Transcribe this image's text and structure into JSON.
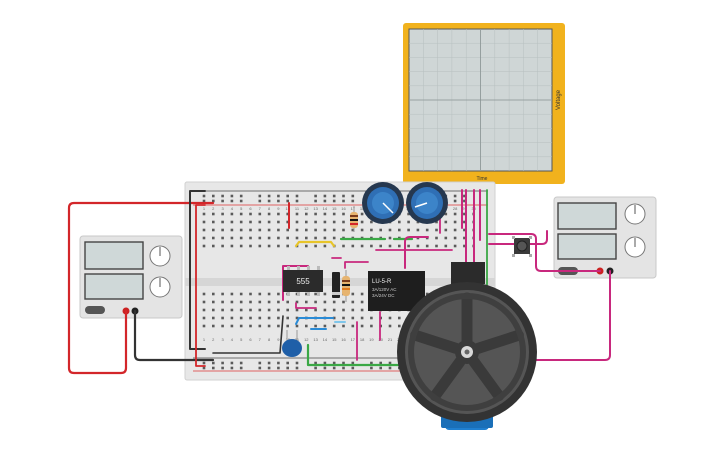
{
  "scope": {
    "y_axis_label": "Voltage",
    "x_axis_label": "Time"
  },
  "timer_chip": {
    "label": "555"
  },
  "relay": {
    "model": "LU-5-R",
    "rating_ac": "3A/120V AC",
    "rating_dc": "3A/24V DC"
  },
  "breadboard": {
    "column_numbers": [
      "1",
      "2",
      "3",
      "4",
      "5",
      "6",
      "7",
      "8",
      "9",
      "10",
      "11",
      "12",
      "13",
      "14",
      "15",
      "16",
      "17",
      "18",
      "19",
      "20",
      "21",
      "22",
      "23",
      "24",
      "25",
      "26",
      "27",
      "28",
      "29",
      "30"
    ]
  },
  "colors": {
    "wire_red": "#d3262a",
    "wire_black": "#333333",
    "wire_magenta": "#c8287d",
    "wire_green": "#3aa845",
    "wire_yellow": "#e8c52a",
    "wire_blue": "#2a8bd6",
    "scope_frame": "#f1b21d",
    "servo_blue": "#1f7fd0",
    "pot_blue": "#2f6fb5"
  },
  "icons": [
    "power-supply-icon",
    "oscilloscope-icon",
    "potentiometer-icon",
    "servo-motor-icon",
    "pushbutton-icon",
    "capacitor-icon",
    "resistor-icon",
    "diode-icon"
  ]
}
